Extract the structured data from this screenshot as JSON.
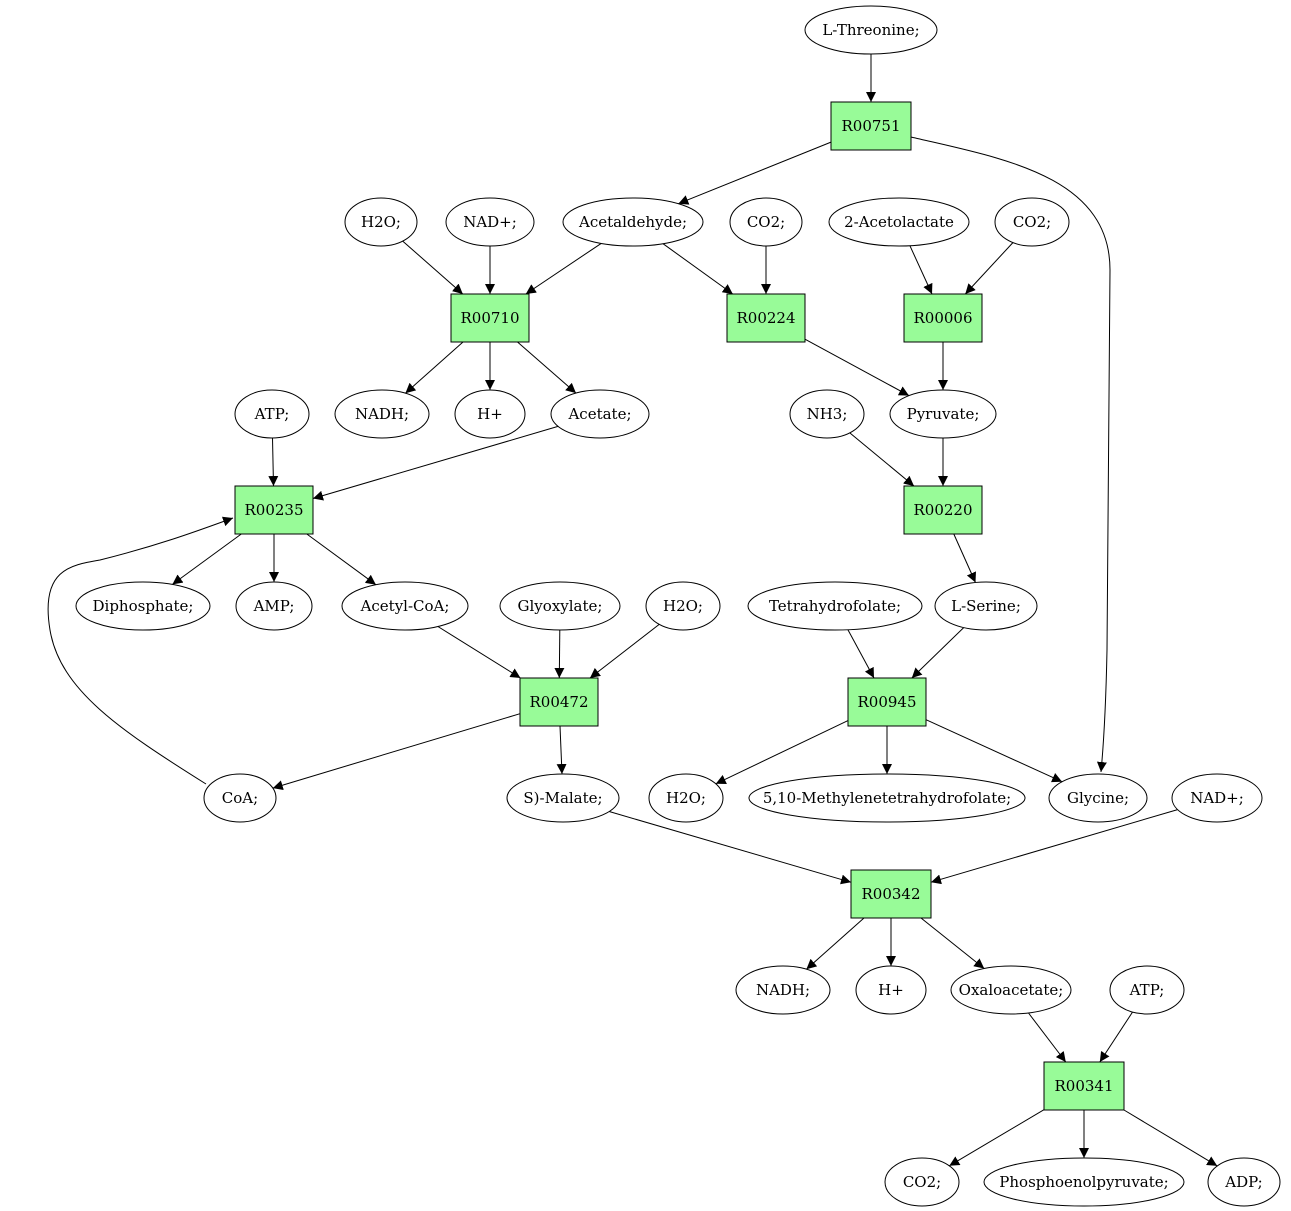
{
  "colors": {
    "reaction_fill": "#98fb98",
    "start_fill": "#00ee00",
    "target_fill": "#ffff00",
    "metabolite_fill": "#ffffff",
    "edge": "#000000"
  },
  "nodes": {
    "lthr": {
      "label": "L-Threonine;",
      "kind": "start"
    },
    "r00751": {
      "label": "R00751",
      "kind": "reaction"
    },
    "h2o_a": {
      "label": "H2O;",
      "kind": "metabolite"
    },
    "nad_a": {
      "label": "NAD+;",
      "kind": "metabolite"
    },
    "acetald": {
      "label": "Acetaldehyde;",
      "kind": "metabolite"
    },
    "co2_a": {
      "label": "CO2;",
      "kind": "metabolite"
    },
    "acetolac": {
      "label": "2-Acetolactate",
      "kind": "metabolite"
    },
    "co2_b": {
      "label": "CO2;",
      "kind": "metabolite"
    },
    "r00710": {
      "label": "R00710",
      "kind": "reaction"
    },
    "r00224": {
      "label": "R00224",
      "kind": "reaction"
    },
    "r00006": {
      "label": "R00006",
      "kind": "reaction"
    },
    "atp_a": {
      "label": "ATP;",
      "kind": "metabolite"
    },
    "nadh_a": {
      "label": "NADH;",
      "kind": "metabolite"
    },
    "h_a": {
      "label": "H+",
      "kind": "metabolite"
    },
    "acetate": {
      "label": "Acetate;",
      "kind": "metabolite"
    },
    "nh3": {
      "label": "NH3;",
      "kind": "metabolite"
    },
    "pyruvate": {
      "label": "Pyruvate;",
      "kind": "metabolite"
    },
    "r00235": {
      "label": "R00235",
      "kind": "reaction"
    },
    "r00220": {
      "label": "R00220",
      "kind": "reaction"
    },
    "diphos": {
      "label": "Diphosphate;",
      "kind": "metabolite"
    },
    "amp": {
      "label": "AMP;",
      "kind": "metabolite"
    },
    "acetylcoa": {
      "label": "Acetyl-CoA;",
      "kind": "metabolite"
    },
    "glyox": {
      "label": "Glyoxylate;",
      "kind": "metabolite"
    },
    "h2o_b": {
      "label": "H2O;",
      "kind": "metabolite"
    },
    "thf": {
      "label": "Tetrahydrofolate;",
      "kind": "metabolite"
    },
    "lser": {
      "label": "L-Serine;",
      "kind": "metabolite"
    },
    "r00472": {
      "label": "R00472",
      "kind": "reaction"
    },
    "r00945": {
      "label": "R00945",
      "kind": "reaction"
    },
    "coa": {
      "label": "CoA;",
      "kind": "metabolite"
    },
    "malate": {
      "label": "S)-Malate;",
      "kind": "metabolite"
    },
    "h2o_c": {
      "label": "H2O;",
      "kind": "metabolite"
    },
    "methf": {
      "label": "5,10-Methylenetetrahydrofolate;",
      "kind": "metabolite"
    },
    "glycine": {
      "label": "Glycine;",
      "kind": "target"
    },
    "nad_b": {
      "label": "NAD+;",
      "kind": "metabolite"
    },
    "r00342": {
      "label": "R00342",
      "kind": "reaction"
    },
    "nadh_b": {
      "label": "NADH;",
      "kind": "metabolite"
    },
    "h_b": {
      "label": "H+",
      "kind": "metabolite"
    },
    "oxalo": {
      "label": "Oxaloacetate;",
      "kind": "metabolite"
    },
    "atp_b": {
      "label": "ATP;",
      "kind": "metabolite"
    },
    "r00341": {
      "label": "R00341",
      "kind": "reaction"
    },
    "co2_c": {
      "label": "CO2;",
      "kind": "metabolite"
    },
    "pep": {
      "label": "Phosphoenolpyruvate;",
      "kind": "metabolite"
    },
    "adp": {
      "label": "ADP;",
      "kind": "metabolite"
    }
  },
  "edges": [
    [
      "lthr",
      "r00751"
    ],
    [
      "r00751",
      "acetald"
    ],
    [
      "r00751",
      "glycine"
    ],
    [
      "h2o_a",
      "r00710"
    ],
    [
      "nad_a",
      "r00710"
    ],
    [
      "acetald",
      "r00710"
    ],
    [
      "acetald",
      "r00224"
    ],
    [
      "co2_a",
      "r00224"
    ],
    [
      "acetolac",
      "r00006"
    ],
    [
      "co2_b",
      "r00006"
    ],
    [
      "r00710",
      "nadh_a"
    ],
    [
      "r00710",
      "h_a"
    ],
    [
      "r00710",
      "acetate"
    ],
    [
      "r00224",
      "pyruvate"
    ],
    [
      "r00006",
      "pyruvate"
    ],
    [
      "atp_a",
      "r00235"
    ],
    [
      "acetate",
      "r00235"
    ],
    [
      "nh3",
      "r00220"
    ],
    [
      "pyruvate",
      "r00220"
    ],
    [
      "r00235",
      "diphos"
    ],
    [
      "r00235",
      "amp"
    ],
    [
      "r00235",
      "acetylcoa"
    ],
    [
      "r00220",
      "lser"
    ],
    [
      "acetylcoa",
      "r00472"
    ],
    [
      "glyox",
      "r00472"
    ],
    [
      "h2o_b",
      "r00472"
    ],
    [
      "thf",
      "r00945"
    ],
    [
      "lser",
      "r00945"
    ],
    [
      "r00472",
      "coa"
    ],
    [
      "r00472",
      "malate"
    ],
    [
      "coa",
      "r00235"
    ],
    [
      "r00945",
      "h2o_c"
    ],
    [
      "r00945",
      "methf"
    ],
    [
      "r00945",
      "glycine"
    ],
    [
      "malate",
      "r00342"
    ],
    [
      "nad_b",
      "r00342"
    ],
    [
      "r00342",
      "nadh_b"
    ],
    [
      "r00342",
      "h_b"
    ],
    [
      "r00342",
      "oxalo"
    ],
    [
      "oxalo",
      "r00341"
    ],
    [
      "atp_b",
      "r00341"
    ],
    [
      "r00341",
      "co2_c"
    ],
    [
      "r00341",
      "pep"
    ],
    [
      "r00341",
      "adp"
    ]
  ]
}
